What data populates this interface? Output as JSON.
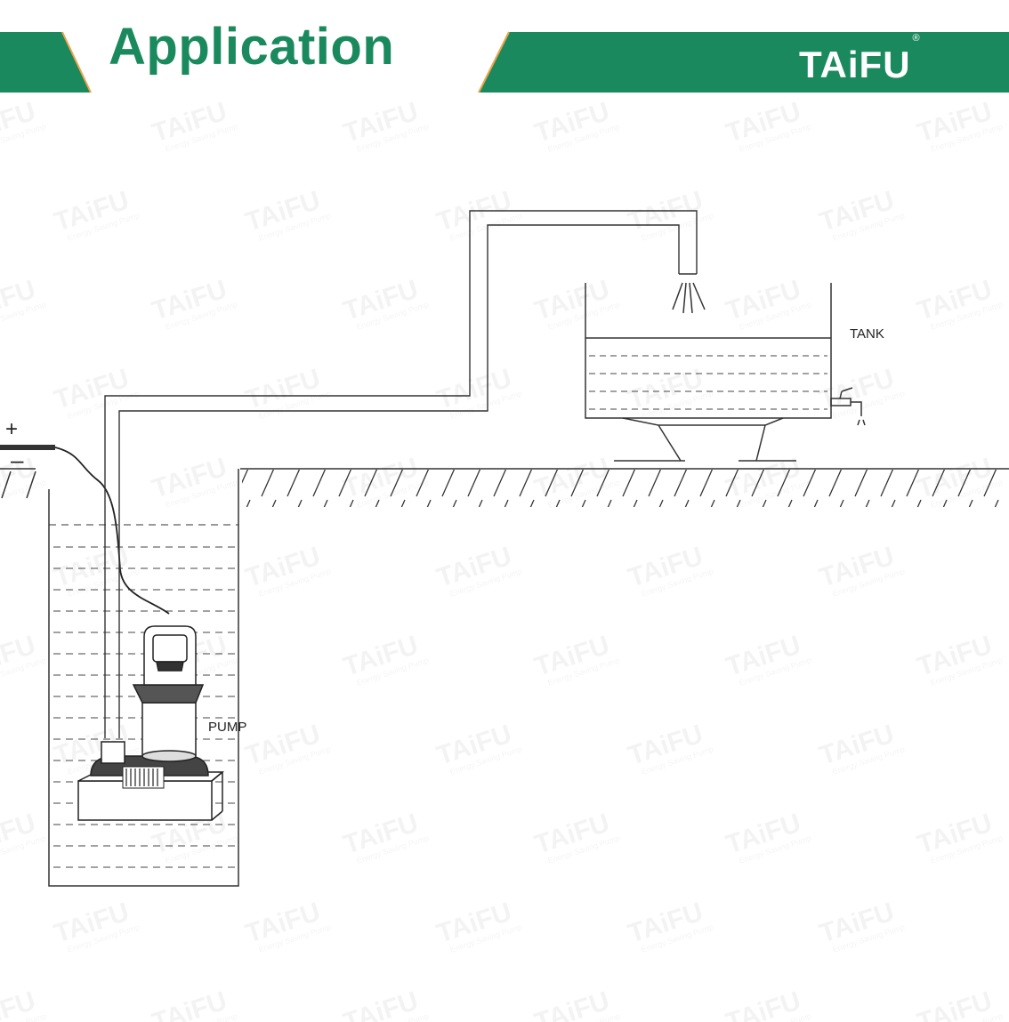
{
  "header": {
    "title": "Application",
    "brand": "TAiFU",
    "brand_mark": "®"
  },
  "diagram": {
    "labels": {
      "tank": "TANK",
      "pump": "PUMP",
      "plus": "+",
      "minus": "–"
    }
  },
  "watermark": {
    "text": "TAiFU",
    "tagline": "Energy Saving Pump"
  },
  "colors": {
    "accent": "#1a8a5e",
    "line": "#333333"
  }
}
